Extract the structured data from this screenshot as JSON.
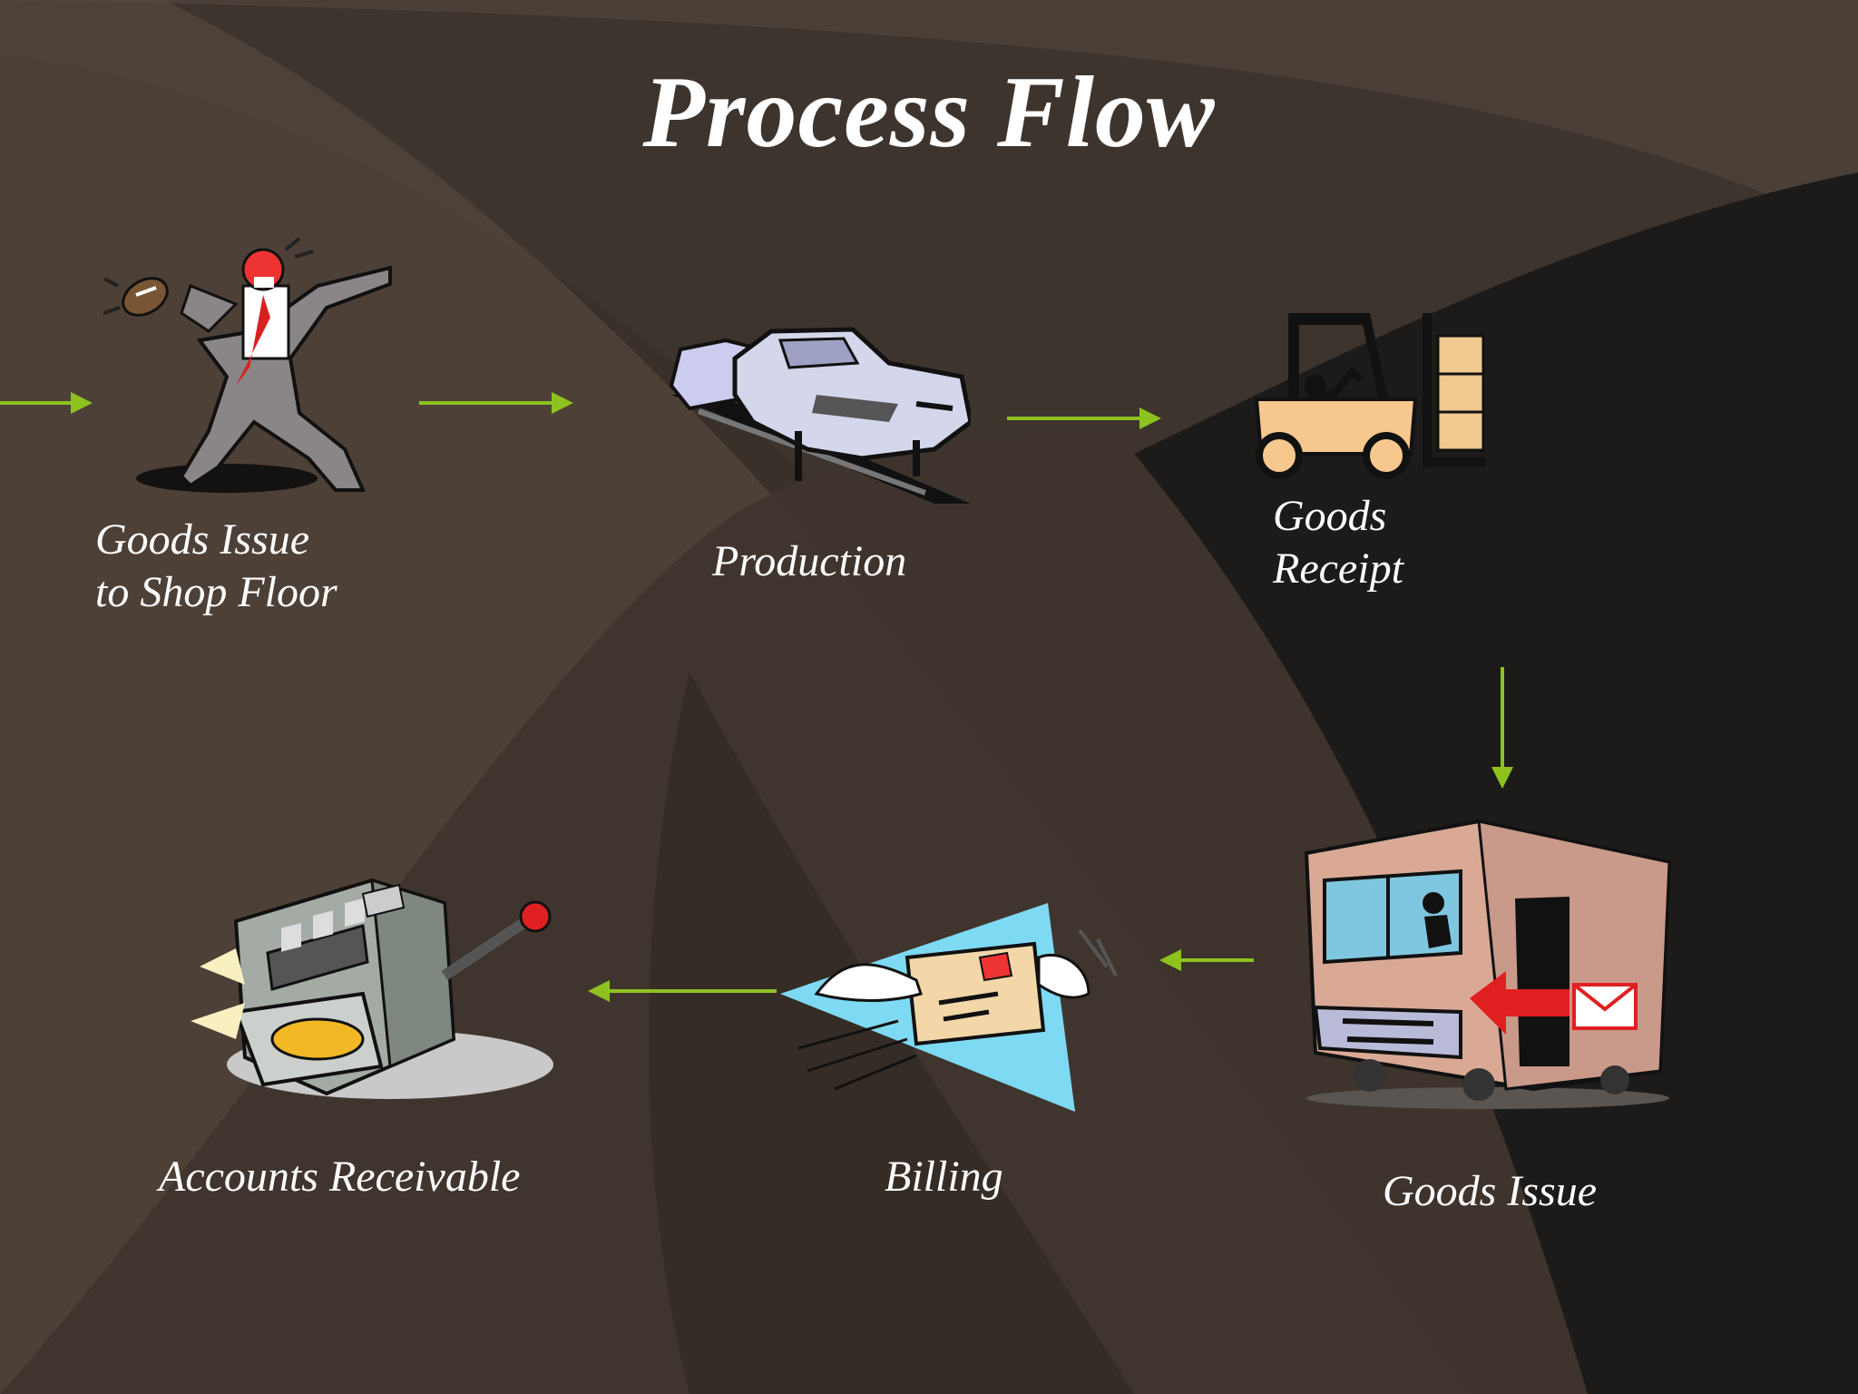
{
  "slide": {
    "title": "Process Flow",
    "accent_color": "#8dc21f",
    "label_color": "#ffffff",
    "background_colors": [
      "#5a4c40",
      "#2b2420",
      "#1a1817"
    ]
  },
  "steps": [
    {
      "id": "goods-issue-shop-floor",
      "label": "Goods Issue\nto Shop Floor",
      "icon": "football-thrower-clipart-icon"
    },
    {
      "id": "production",
      "label": "Production",
      "icon": "car-assembly-line-icon"
    },
    {
      "id": "goods-receipt",
      "label": "Goods\nReceipt",
      "icon": "forklift-icon"
    },
    {
      "id": "goods-issue",
      "label": "Goods Issue",
      "icon": "delivery-truck-icon"
    },
    {
      "id": "billing",
      "label": "Billing",
      "icon": "flying-envelope-icon"
    },
    {
      "id": "accounts-receivable",
      "label": "Accounts Receivable",
      "icon": "slot-machine-icon"
    }
  ]
}
